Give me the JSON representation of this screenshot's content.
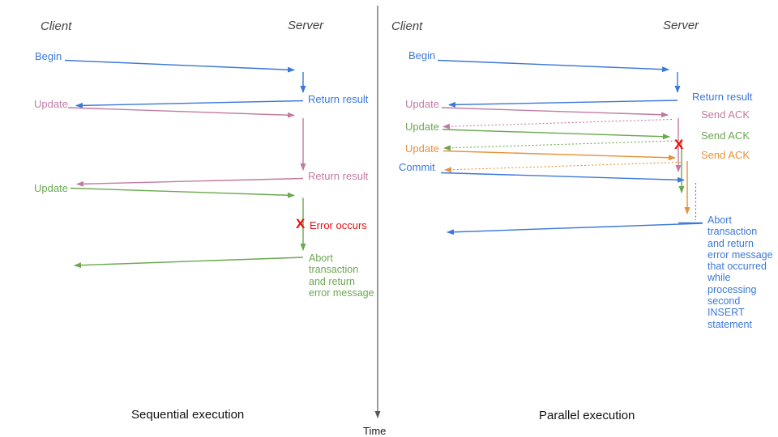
{
  "colors": {
    "blue": "#3c78d8",
    "pink": "#c27ba0",
    "green": "#6aa84f",
    "orange": "#e69138",
    "red": "#ee0b0b",
    "axis_gray": "#595959",
    "header_gray": "#434343"
  },
  "time_axis": {
    "label": "Time"
  },
  "left": {
    "title": "Sequential execution",
    "headers": {
      "client": "Client",
      "server": "Server"
    },
    "rows": {
      "begin": "Begin",
      "begin_return": "Return result",
      "update1": "Update",
      "update1_return": "Return result",
      "update2": "Update",
      "error_x": "X",
      "error_text": "Error occurs",
      "abort_text": "Abort\ntransaction\nand return\nerror message"
    }
  },
  "right": {
    "title": "Parallel execution",
    "headers": {
      "client": "Client",
      "server": "Server"
    },
    "rows": {
      "begin": "Begin",
      "begin_return": "Return result",
      "update1": "Update",
      "update1_ack": "Send ACK",
      "update2": "Update",
      "update2_ack": "Send ACK",
      "update3": "Update",
      "update3_ack": "Send ACK",
      "commit": "Commit",
      "error_x": "X",
      "abort_text": "Abort\ntransaction\nand return\nerror message\nthat occurred\nwhile\nprocessing\nsecond\nINSERT\nstatement"
    }
  }
}
